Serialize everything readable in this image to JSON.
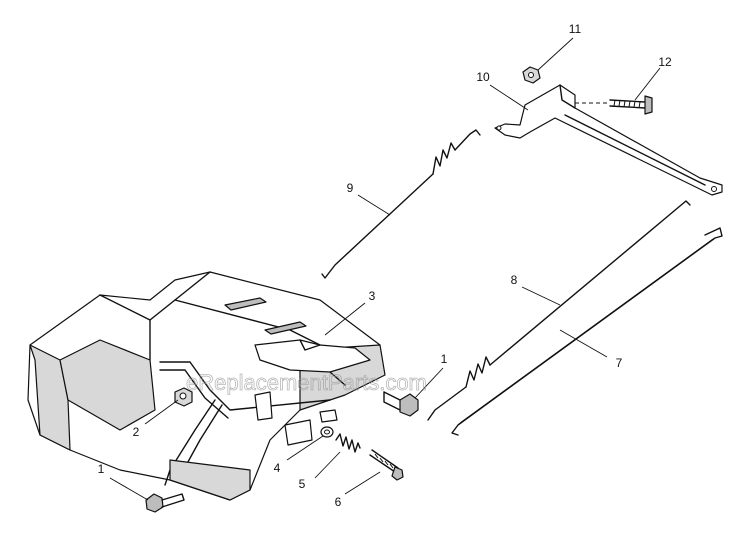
{
  "diagram": {
    "callouts": [
      {
        "id": "c1a",
        "label": "1"
      },
      {
        "id": "c1b",
        "label": "1"
      },
      {
        "id": "c2",
        "label": "2"
      },
      {
        "id": "c3",
        "label": "3"
      },
      {
        "id": "c4",
        "label": "4"
      },
      {
        "id": "c5",
        "label": "5"
      },
      {
        "id": "c6",
        "label": "6"
      },
      {
        "id": "c7",
        "label": "7"
      },
      {
        "id": "c8",
        "label": "8"
      },
      {
        "id": "c9",
        "label": "9"
      },
      {
        "id": "c10",
        "label": "10"
      },
      {
        "id": "c11",
        "label": "11"
      },
      {
        "id": "c12",
        "label": "12"
      }
    ],
    "watermark": "eReplacementParts.com"
  }
}
